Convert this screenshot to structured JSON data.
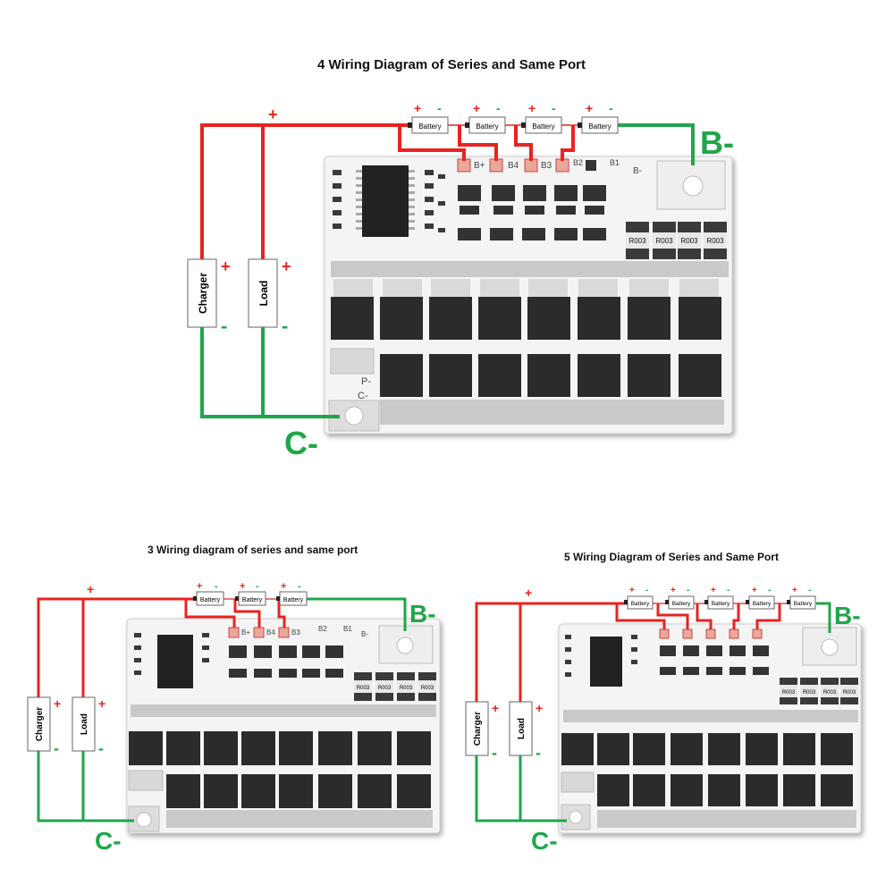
{
  "colors": {
    "wire_positive": "#e8231f",
    "wire_negative": "#1fa64a",
    "board": "#f4f4f4",
    "mosfet": "#2b2b2b"
  },
  "diagram_4": {
    "title": "4 Wiring Diagram of Series and Same Port",
    "battery_label": "Battery",
    "plus": "+",
    "minus": "-",
    "b_minus": "B-",
    "c_minus": "C-",
    "charger": "Charger",
    "load": "Load",
    "pads": [
      "B+",
      "B4",
      "B3",
      "B2",
      "B1",
      "B-"
    ],
    "resistor_code": "R003",
    "p_minus": "P-",
    "c_minus_pad": "C-"
  },
  "diagram_3": {
    "title": "3 Wiring diagram of series and same port",
    "battery_label": "Battery",
    "plus": "+",
    "minus": "-",
    "b_minus": "B-",
    "c_minus": "C-",
    "charger": "Charger",
    "load": "Load",
    "pads": [
      "B+",
      "B4",
      "B3",
      "B2",
      "B1",
      "B-"
    ],
    "resistor_code": "R003"
  },
  "diagram_5": {
    "title": "5 Wiring Diagram of Series and Same Port",
    "battery_label": "Battery",
    "plus": "+",
    "minus": "-",
    "b_minus": "B-",
    "c_minus": "C-",
    "charger": "Charger",
    "load": "Load",
    "resistor_code": "R003"
  }
}
